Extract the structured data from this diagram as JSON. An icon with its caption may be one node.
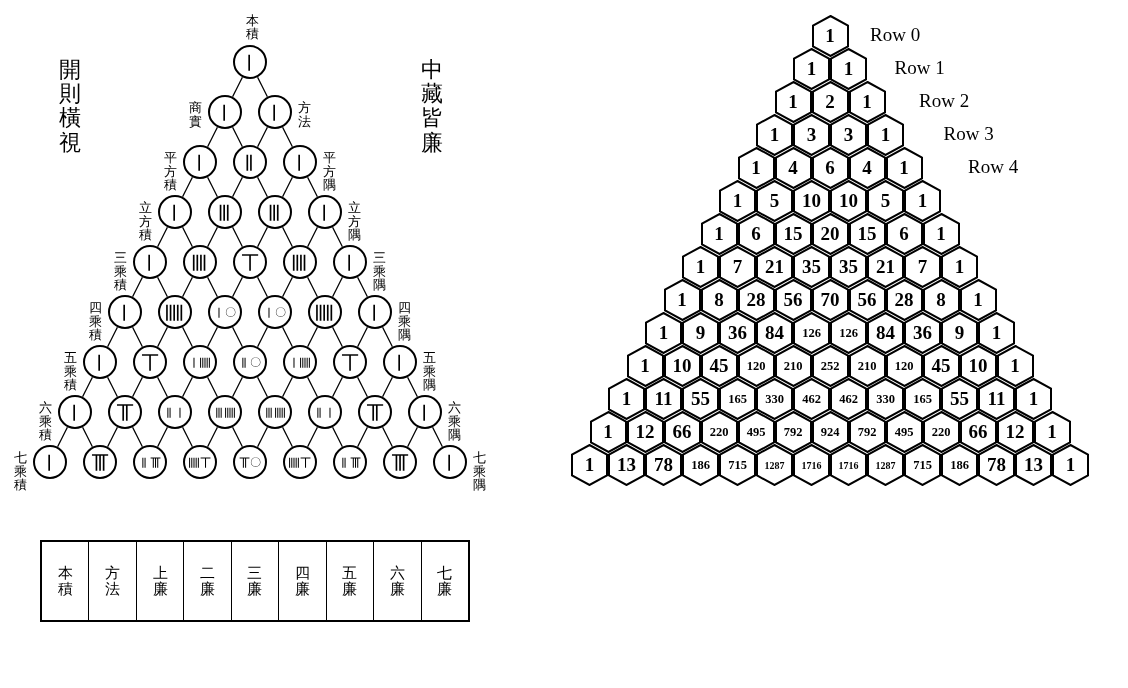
{
  "diagram": {
    "nodes": [
      {
        "text": [
          "𝍩"
        ],
        "beside": [
          "本積"
        ]
      },
      {
        "text": [
          "𝍩"
        ],
        "beside": [
          "商實"
        ]
      },
      {
        "text": [
          "𝍩"
        ],
        "beside": [
          "方法"
        ]
      },
      {
        "text": [
          "𝍩"
        ],
        "beside": [
          "平方積"
        ]
      },
      {
        "text": [
          "𝍪"
        ]
      },
      {
        "text": [
          "𝍩"
        ],
        "beside": [
          "平方隅"
        ]
      },
      {
        "text": [
          "𝍩"
        ],
        "beside": [
          "立方積"
        ]
      },
      {
        "text": [
          "𝍫"
        ]
      },
      {
        "text": [
          "𝍫"
        ]
      },
      {
        "text": [
          "𝍩"
        ],
        "beside": [
          "立方隅"
        ]
      },
      {
        "text": [
          "𝍩"
        ],
        "beside": [
          "三乘積"
        ]
      },
      {
        "text": [
          "𝍬"
        ]
      },
      {
        "text": [
          "𝍮"
        ]
      },
      {
        "text": [
          "𝍬"
        ]
      },
      {
        "text": [
          "𝍩"
        ],
        "beside": [
          "三乘隅"
        ]
      },
      {
        "text": [
          "𝍩"
        ],
        "beside": [
          "四乘積"
        ]
      },
      {
        "text": [
          "𝍭"
        ]
      },
      {
        "text": [
          "𝍩〇"
        ]
      },
      {
        "text": [
          "𝍩〇"
        ]
      },
      {
        "text": [
          "𝍭"
        ]
      },
      {
        "text": [
          "𝍩"
        ],
        "beside": [
          "四乘隅"
        ]
      },
      {
        "text": [
          "𝍩"
        ],
        "beside": [
          "五乘積"
        ]
      },
      {
        "text": [
          "𝍮"
        ]
      },
      {
        "text": [
          "𝍩𝍭"
        ]
      },
      {
        "text": [
          "𝍪〇"
        ]
      },
      {
        "text": [
          "𝍩𝍭"
        ]
      },
      {
        "text": [
          "𝍮"
        ]
      },
      {
        "text": [
          "𝍩"
        ],
        "beside": [
          "五乘隅"
        ]
      },
      {
        "text": [
          "𝍩"
        ],
        "beside": [
          "六乘積"
        ]
      },
      {
        "text": [
          "𝍯"
        ]
      },
      {
        "text": [
          "𝍪𝍩"
        ]
      },
      {
        "text": [
          "𝍫𝍭"
        ]
      },
      {
        "text": [
          "𝍫𝍭"
        ]
      },
      {
        "text": [
          "𝍪𝍩"
        ]
      },
      {
        "text": [
          "𝍯"
        ]
      },
      {
        "text": [
          "𝍩"
        ],
        "beside": [
          "六乘隅"
        ]
      },
      {
        "text": [
          "𝍩"
        ],
        "beside": [
          "七乘積"
        ]
      },
      {
        "text": [
          "𝍰"
        ]
      },
      {
        "text": [
          "𝍪𝍰"
        ]
      },
      {
        "text": [
          "𝍭𝍮"
        ]
      },
      {
        "text": [
          "𝍯〇"
        ]
      },
      {
        "text": [
          "𝍭𝍮"
        ]
      },
      {
        "text": [
          "𝍪𝍰"
        ]
      },
      {
        "text": [
          "𝍰"
        ]
      },
      {
        "text": [
          "𝍩"
        ],
        "beside": [
          "七乘隅"
        ]
      },
      {
        "text": [
          "1"
        ]
      },
      {
        "text": [
          "1"
        ]
      },
      {
        "text": [
          "1"
        ]
      },
      {
        "text": [
          "1"
        ]
      },
      {
        "text": [
          "2"
        ]
      },
      {
        "text": [
          "1"
        ]
      },
      {
        "text": [
          "1"
        ]
      },
      {
        "text": [
          "3"
        ]
      },
      {
        "text": [
          "3"
        ]
      },
      {
        "text": [
          "1"
        ]
      },
      {
        "text": [
          "1"
        ]
      },
      {
        "text": [
          "4"
        ]
      },
      {
        "text": [
          "6"
        ]
      },
      {
        "text": [
          "4"
        ]
      },
      {
        "text": [
          "1"
        ]
      },
      {
        "text": [
          "1"
        ]
      },
      {
        "text": [
          "5"
        ]
      },
      {
        "text": [
          "10"
        ]
      },
      {
        "text": [
          "10"
        ]
      },
      {
        "text": [
          "5"
        ]
      },
      {
        "text": [
          "1"
        ]
      },
      {
        "text": [
          "1"
        ]
      },
      {
        "text": [
          "6"
        ]
      },
      {
        "text": [
          "15"
        ]
      },
      {
        "text": [
          "20"
        ]
      },
      {
        "text": [
          "15"
        ]
      },
      {
        "text": [
          "6"
        ]
      },
      {
        "text": [
          "1"
        ]
      },
      {
        "text": [
          "1"
        ]
      },
      {
        "text": [
          "7"
        ]
      },
      {
        "text": [
          "21"
        ]
      },
      {
        "text": [
          "35"
        ]
      },
      {
        "text": [
          "35"
        ]
      },
      {
        "text": [
          "21"
        ]
      },
      {
        "text": [
          "7"
        ]
      },
      {
        "text": [
          "1"
        ]
      },
      {
        "text": [
          "1"
        ]
      },
      {
        "text": [
          "8"
        ]
      },
      {
        "text": [
          "28"
        ]
      },
      {
        "text": [
          "56"
        ]
      },
      {
        "text": [
          "70"
        ]
      },
      {
        "text": [
          "56"
        ]
      },
      {
        "text": [
          "28"
        ]
      },
      {
        "text": [
          "8"
        ]
      },
      {
        "text": [
          "1"
        ]
      },
      {
        "text": [
          "1"
        ]
      },
      {
        "text": [
          "9"
        ]
      },
      {
        "text": [
          "36"
        ]
      },
      {
        "text": [
          "84"
        ]
      },
      {
        "text": [
          "126"
        ]
      },
      {
        "text": [
          "126"
        ]
      },
      {
        "text": [
          "84"
        ]
      },
      {
        "text": [
          "36"
        ]
      },
      {
        "text": [
          "9"
        ]
      },
      {
        "text": [
          "1"
        ]
      },
      {
        "text": [
          "1"
        ]
      },
      {
        "text": [
          "10"
        ]
      },
      {
        "text": [
          "45"
        ]
      },
      {
        "text": [
          "120"
        ]
      },
      {
        "text": [
          "210"
        ]
      },
      {
        "text": [
          "252"
        ]
      },
      {
        "text": [
          "210"
        ]
      },
      {
        "text": [
          "120"
        ]
      },
      {
        "text": [
          "45"
        ]
      },
      {
        "text": [
          "10"
        ]
      },
      {
        "text": [
          "1"
        ]
      },
      {
        "text": [
          "1"
        ]
      },
      {
        "text": [
          "11"
        ]
      },
      {
        "text": [
          "55"
        ]
      },
      {
        "text": [
          "165"
        ]
      },
      {
        "text": [
          "330"
        ]
      },
      {
        "text": [
          "462"
        ]
      },
      {
        "text": [
          "462"
        ]
      },
      {
        "text": [
          "330"
        ]
      },
      {
        "text": [
          "165"
        ]
      },
      {
        "text": [
          "55"
        ]
      },
      {
        "text": [
          "11"
        ]
      },
      {
        "text": [
          "1"
        ]
      },
      {
        "text": [
          "1"
        ]
      },
      {
        "text": [
          "12"
        ]
      },
      {
        "text": [
          "66"
        ]
      },
      {
        "text": [
          "220"
        ]
      },
      {
        "text": [
          "495"
        ]
      },
      {
        "text": [
          "792"
        ]
      },
      {
        "text": [
          "924"
        ]
      },
      {
        "text": [
          "792"
        ]
      },
      {
        "text": [
          "495"
        ]
      },
      {
        "text": [
          "220"
        ]
      },
      {
        "text": [
          "66"
        ]
      },
      {
        "text": [
          "12"
        ]
      },
      {
        "text": [
          "1"
        ]
      },
      {
        "text": [
          "1"
        ]
      },
      {
        "text": [
          "13"
        ]
      },
      {
        "text": [
          "78"
        ]
      },
      {
        "text": [
          "186"
        ]
      },
      {
        "text": [
          "715"
        ]
      },
      {
        "text": [
          "1287"
        ]
      },
      {
        "text": [
          "1716"
        ]
      },
      {
        "text": [
          "1716"
        ]
      },
      {
        "text": [
          "1287"
        ]
      },
      {
        "text": [
          "715"
        ]
      },
      {
        "text": [
          "186"
        ]
      },
      {
        "text": [
          "78"
        ]
      },
      {
        "text": [
          "13"
        ]
      },
      {
        "text": [
          "1"
        ]
      }
    ],
    "edges": [
      {
        "from": 0,
        "to": 1,
        "arrow": "none"
      },
      {
        "from": 0,
        "to": 2,
        "arrow": "none"
      },
      {
        "from": 1,
        "to": 3,
        "arrow": "none"
      },
      {
        "from": 1,
        "to": 4,
        "arrow": "none"
      },
      {
        "from": 2,
        "to": 4,
        "arrow": "none"
      },
      {
        "from": 2,
        "to": 5,
        "arrow": "none"
      },
      {
        "from": 3,
        "to": 6,
        "arrow": "none"
      },
      {
        "from": 3,
        "to": 7,
        "arrow": "none"
      },
      {
        "from": 4,
        "to": 7,
        "arrow": "none"
      },
      {
        "from": 4,
        "to": 8,
        "arrow": "none"
      },
      {
        "from": 5,
        "to": 8,
        "arrow": "none"
      },
      {
        "from": 5,
        "to": 9,
        "arrow": "none"
      },
      {
        "from": 6,
        "to": 10,
        "arrow": "none"
      },
      {
        "from": 6,
        "to": 11,
        "arrow": "none"
      },
      {
        "from": 7,
        "to": 11,
        "arrow": "none"
      },
      {
        "from": 7,
        "to": 12,
        "arrow": "none"
      },
      {
        "from": 8,
        "to": 12,
        "arrow": "none"
      },
      {
        "from": 8,
        "to": 13,
        "arrow": "none"
      },
      {
        "from": 9,
        "to": 13,
        "arrow": "none"
      },
      {
        "from": 9,
        "to": 14,
        "arrow": "none"
      },
      {
        "from": 10,
        "to": 15,
        "arrow": "none"
      },
      {
        "from": 10,
        "to": 16,
        "arrow": "none"
      },
      {
        "from": 11,
        "to": 16,
        "arrow": "none"
      },
      {
        "from": 11,
        "to": 17,
        "arrow": "none"
      },
      {
        "from": 12,
        "to": 17,
        "arrow": "none"
      },
      {
        "from": 12,
        "to": 18,
        "arrow": "none"
      },
      {
        "from": 13,
        "to": 18,
        "arrow": "none"
      },
      {
        "from": 13,
        "to": 19,
        "arrow": "none"
      },
      {
        "from": 14,
        "to": 19,
        "arrow": "none"
      },
      {
        "from": 14,
        "to": 20,
        "arrow": "none"
      },
      {
        "from": 15,
        "to": 21,
        "arrow": "none"
      },
      {
        "from": 15,
        "to": 22,
        "arrow": "none"
      },
      {
        "from": 16,
        "to": 22,
        "arrow": "none"
      },
      {
        "from": 16,
        "to": 23,
        "arrow": "none"
      },
      {
        "from": 17,
        "to": 23,
        "arrow": "none"
      },
      {
        "from": 17,
        "to": 24,
        "arrow": "none"
      },
      {
        "from": 18,
        "to": 24,
        "arrow": "none"
      },
      {
        "from": 18,
        "to": 25,
        "arrow": "none"
      },
      {
        "from": 19,
        "to": 25,
        "arrow": "none"
      },
      {
        "from": 19,
        "to": 26,
        "arrow": "none"
      },
      {
        "from": 20,
        "to": 26,
        "arrow": "none"
      },
      {
        "from": 20,
        "to": 27,
        "arrow": "none"
      },
      {
        "from": 21,
        "to": 28,
        "arrow": "none"
      },
      {
        "from": 21,
        "to": 29,
        "arrow": "none"
      },
      {
        "from": 22,
        "to": 29,
        "arrow": "none"
      },
      {
        "from": 22,
        "to": 30,
        "arrow": "none"
      },
      {
        "from": 23,
        "to": 30,
        "arrow": "none"
      },
      {
        "from": 23,
        "to": 31,
        "arrow": "none"
      },
      {
        "from": 24,
        "to": 31,
        "arrow": "none"
      },
      {
        "from": 24,
        "to": 32,
        "arrow": "none"
      },
      {
        "from": 25,
        "to": 32,
        "arrow": "none"
      },
      {
        "from": 25,
        "to": 33,
        "arrow": "none"
      },
      {
        "from": 26,
        "to": 33,
        "arrow": "none"
      },
      {
        "from": 26,
        "to": 34,
        "arrow": "none"
      },
      {
        "from": 27,
        "to": 34,
        "arrow": "none"
      },
      {
        "from": 27,
        "to": 35,
        "arrow": "none"
      },
      {
        "from": 28,
        "to": 36,
        "arrow": "none"
      },
      {
        "from": 28,
        "to": 37,
        "arrow": "none"
      },
      {
        "from": 29,
        "to": 37,
        "arrow": "none"
      },
      {
        "from": 29,
        "to": 38,
        "arrow": "none"
      },
      {
        "from": 30,
        "to": 38,
        "arrow": "none"
      },
      {
        "from": 30,
        "to": 39,
        "arrow": "none"
      },
      {
        "from": 31,
        "to": 39,
        "arrow": "none"
      },
      {
        "from": 31,
        "to": 40,
        "arrow": "none"
      },
      {
        "from": 32,
        "to": 40,
        "arrow": "none"
      },
      {
        "from": 32,
        "to": 41,
        "arrow": "none"
      },
      {
        "from": 33,
        "to": 41,
        "arrow": "none"
      },
      {
        "from": 33,
        "to": 42,
        "arrow": "none"
      },
      {
        "from": 34,
        "to": 42,
        "arrow": "none"
      },
      {
        "from": 34,
        "to": 43,
        "arrow": "none"
      },
      {
        "from": 35,
        "to": 43,
        "arrow": "none"
      },
      {
        "from": 35,
        "to": 44,
        "arrow": "none"
      }
    ],
    "labels": [
      "開則橫視",
      "中藏皆廉",
      "Row 0",
      "Row 1",
      "Row 2",
      "Row 3",
      "Row 4",
      "本積",
      "方法",
      "上廉",
      "二廉",
      "三廉",
      "四廉",
      "五廉",
      "六廉",
      "七廉"
    ]
  }
}
